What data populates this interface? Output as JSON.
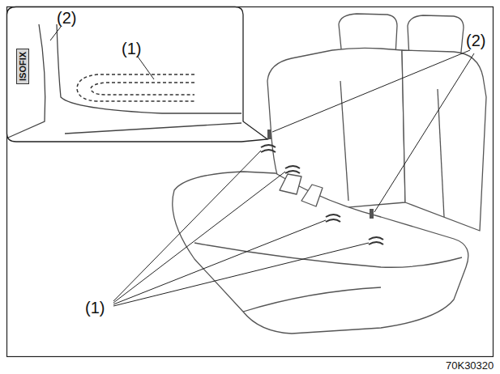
{
  "diagram": {
    "labels": [
      "(2)",
      "ISOFIX",
      "(1)",
      "(2)",
      "(1)",
      "70K30320"
    ]
  }
}
